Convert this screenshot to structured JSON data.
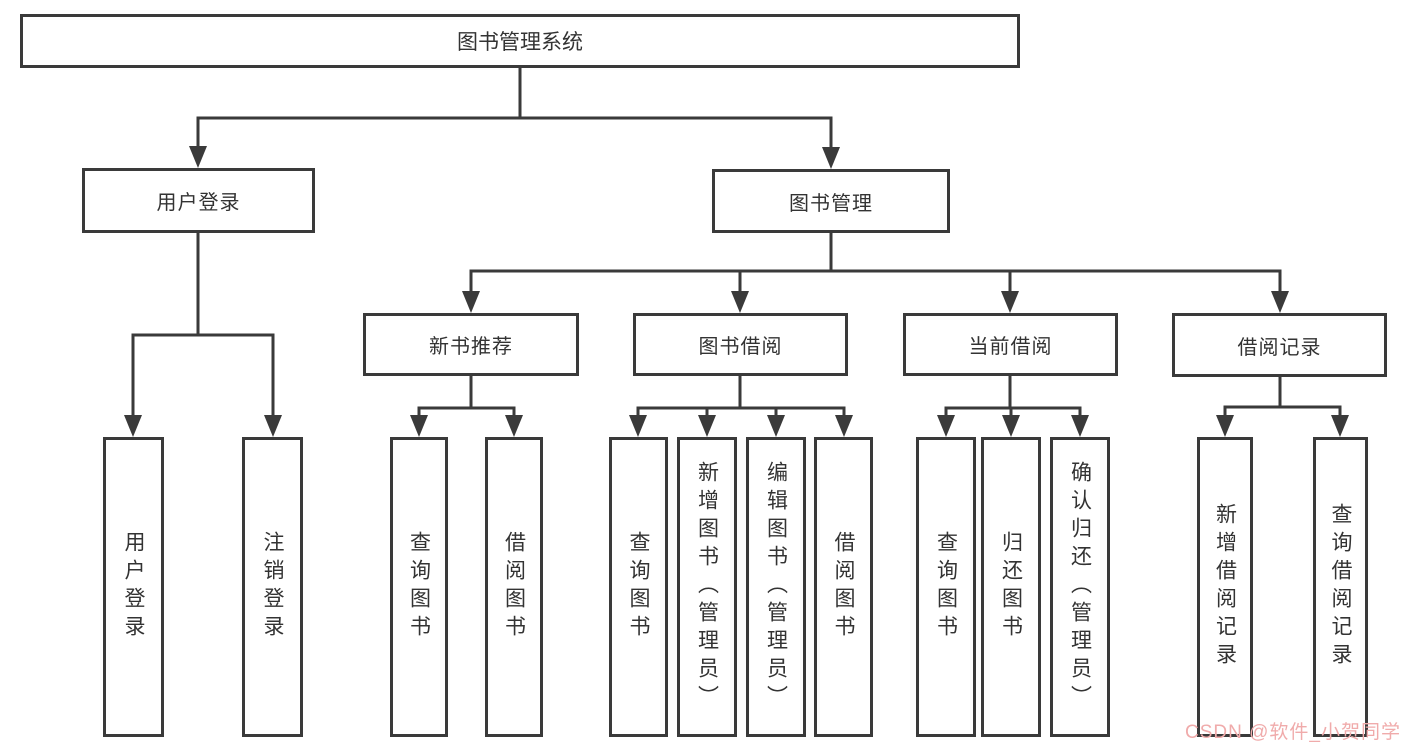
{
  "colors": {
    "line": "#3a3a3a",
    "box_border": "#3a3a3a",
    "text": "#333333",
    "background": "#ffffff",
    "watermark": "#f0abab"
  },
  "tree": {
    "root": {
      "label": "图书管理系统",
      "children": [
        {
          "label": "用户登录",
          "children": [
            {
              "label": "用户登录"
            },
            {
              "label": "注销登录"
            }
          ]
        },
        {
          "label": "图书管理",
          "children": [
            {
              "label": "新书推荐",
              "children": [
                {
                  "label": "查询图书"
                },
                {
                  "label": "借阅图书"
                }
              ]
            },
            {
              "label": "图书借阅",
              "children": [
                {
                  "label": "查询图书"
                },
                {
                  "label": "新增图书（管理员）"
                },
                {
                  "label": "编辑图书（管理员）"
                },
                {
                  "label": "借阅图书"
                }
              ]
            },
            {
              "label": "当前借阅",
              "children": [
                {
                  "label": "查询图书"
                },
                {
                  "label": "归还图书"
                },
                {
                  "label": "确认归还（管理员）"
                }
              ]
            },
            {
              "label": "借阅记录",
              "children": [
                {
                  "label": "新增借阅记录"
                },
                {
                  "label": "查询借阅记录"
                }
              ]
            }
          ]
        }
      ]
    }
  },
  "watermark": {
    "text": "CSDN @软件_小贺同学"
  }
}
